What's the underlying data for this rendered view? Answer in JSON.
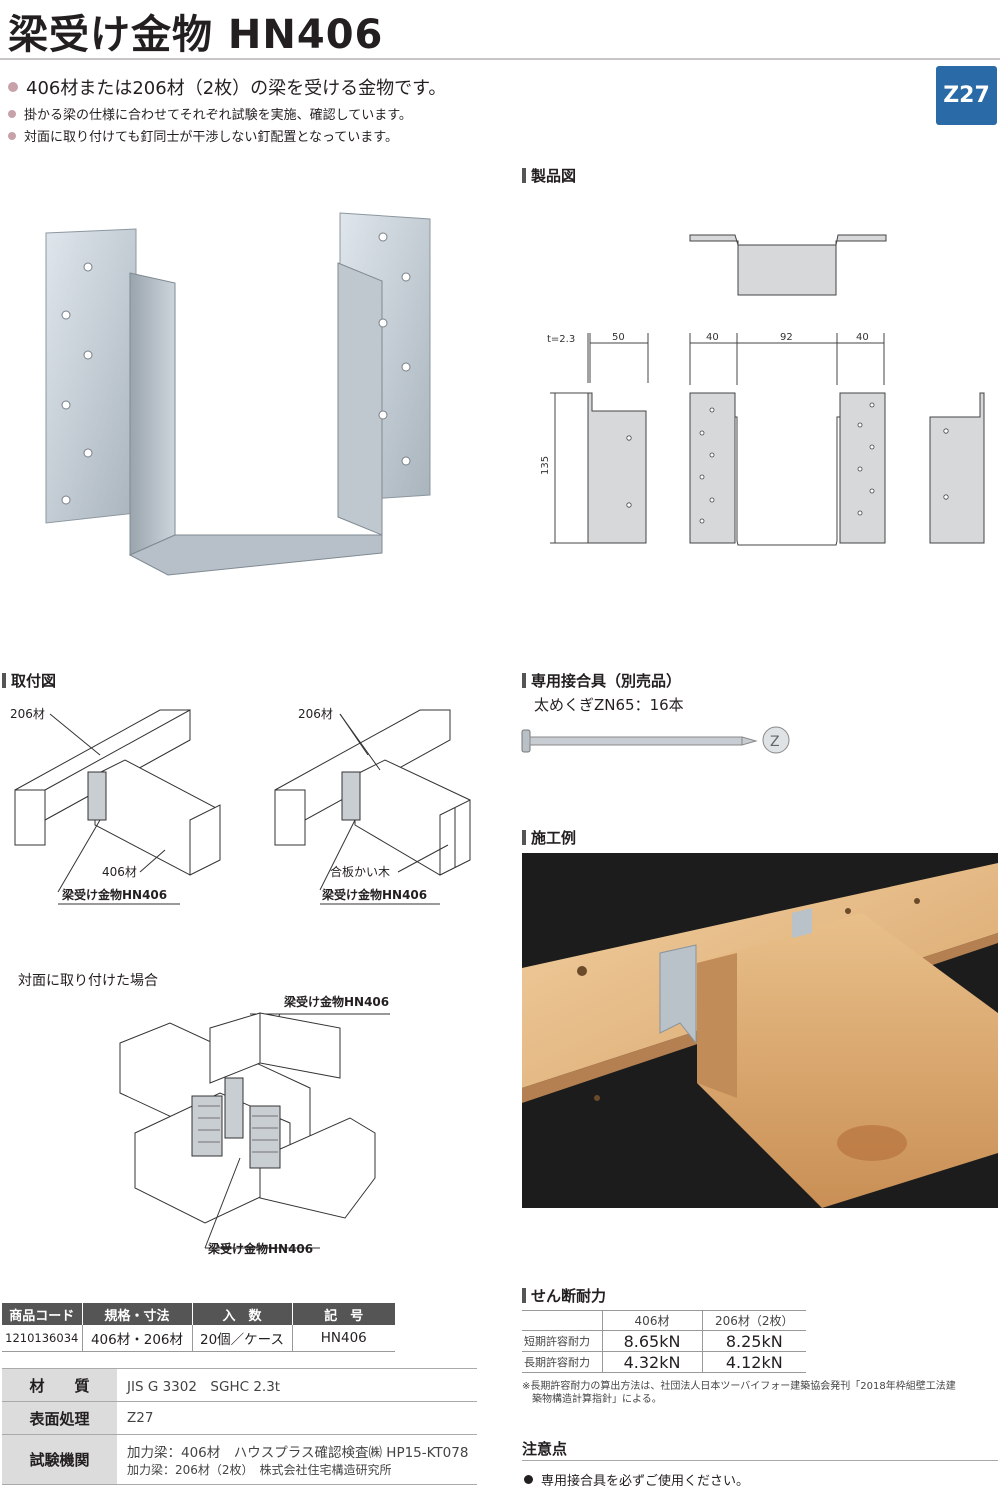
{
  "title": "梁受け金物 HN406",
  "badge": "Z27",
  "bullets": [
    "406材または206材（2枚）の梁を受ける金物です。",
    "掛かる梁の仕様に合わせてそれぞれ試験を実施、確認しています。",
    "対面に取り付けても釘同士が干渉しない釘配置となっています。"
  ],
  "product_drawing": {
    "heading": "製品図",
    "dims": {
      "t": "t=2.3",
      "w1": "50",
      "a": "40",
      "b": "92",
      "c": "40",
      "h": "135"
    }
  },
  "mounting": {
    "heading": "取付図",
    "left": {
      "top_label": "206材",
      "bottom_label": "406材",
      "caption": "梁受け金物HN406"
    },
    "right": {
      "top_label": "206材",
      "bottom_label": "合板かい木",
      "caption": "梁受け金物HN406"
    },
    "opposite": {
      "title": "対面に取り付けた場合",
      "top_caption": "梁受け金物HN406",
      "bottom_caption": "梁受け金物HN406"
    }
  },
  "fastener": {
    "heading": "専用接合具（別売品）",
    "text": "太めくぎZN65：16本",
    "head_mark": "Z"
  },
  "example": {
    "heading": "施工例"
  },
  "spec_table": {
    "headers": [
      "商品コード",
      "規格・寸法",
      "入　数",
      "記　号"
    ],
    "row": [
      "1210136034",
      "406材・206材",
      "20個／ケース",
      "HN406"
    ]
  },
  "material": {
    "rows": [
      {
        "key": "材　　質",
        "value": "JIS G 3302　SGHC 2.3t"
      },
      {
        "key": "表面処理",
        "value": "Z27"
      }
    ],
    "test_key": "試験機関",
    "test_line1": "加力梁：406材　ハウスプラス確認検査㈱ HP15-KT078",
    "test_line2": "加力梁：206材（2枚）　株式会社住宅構造研究所"
  },
  "shear": {
    "heading": "せん断耐力",
    "cols": [
      "406材",
      "206材（2枚）"
    ],
    "rows": [
      {
        "label": "短期許容耐力",
        "v1": "8.65kN",
        "v2": "8.25kN"
      },
      {
        "label": "長期許容耐力",
        "v1": "4.32kN",
        "v2": "4.12kN"
      }
    ],
    "note1": "※長期許容耐力の算出方法は、社団法人日本ツーバイフォー建築協会発刊「2018年枠組壁工法建",
    "note2": "築物構造計算指針」による。"
  },
  "caution": {
    "heading": "注意点",
    "text": "専用接合具を必ずご使用ください。"
  }
}
